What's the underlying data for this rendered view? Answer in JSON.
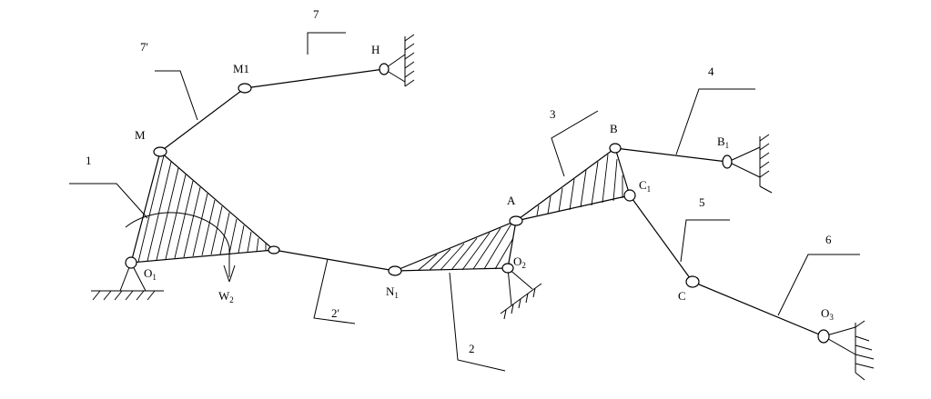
{
  "labels": {
    "M": "M",
    "M1": "M1",
    "H": "H",
    "O1": "O",
    "O1_sub": "1",
    "W2": "W",
    "W2_sub": "2",
    "N1": "N",
    "N1_sub": "1",
    "A": "A",
    "O2": "O",
    "O2_sub": "2",
    "B": "B",
    "B1": "B",
    "B1_sub": "1",
    "C1": "C",
    "C1_sub": "1",
    "C": "C",
    "O3": "O",
    "O3_sub": "3"
  },
  "numbers": {
    "n1": "1",
    "n2": "2",
    "n2p": "2'",
    "n3": "3",
    "n4": "4",
    "n5": "5",
    "n6": "6",
    "n7": "7",
    "n7p": "7'"
  }
}
